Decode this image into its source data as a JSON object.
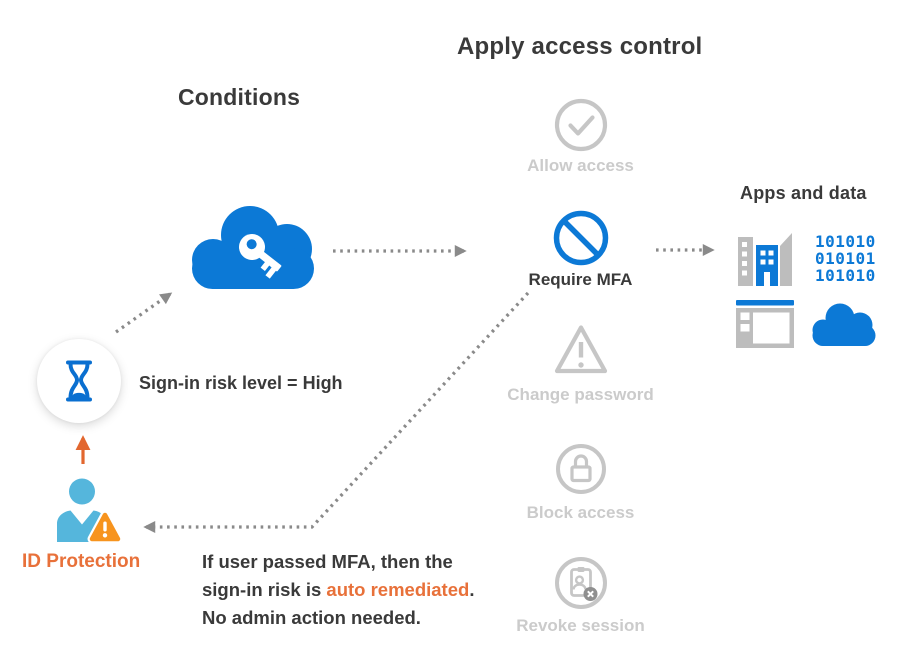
{
  "headings": {
    "conditions": "Conditions",
    "apply_access_control": "Apply access control",
    "apps_and_data": "Apps and data"
  },
  "condition": {
    "cloud_icon": "cloud-key-icon",
    "risk_icon": "hourglass-icon",
    "risk_label": "Sign-in risk level = High"
  },
  "access_controls": [
    {
      "label": "Allow access",
      "icon": "check-circle-icon",
      "state": "inactive"
    },
    {
      "label": "Require MFA",
      "icon": "block-circle-icon",
      "state": "active"
    },
    {
      "label": "Change password",
      "icon": "warning-triangle-icon",
      "state": "inactive"
    },
    {
      "label": "Block access",
      "icon": "lock-circle-icon",
      "state": "inactive"
    },
    {
      "label": "Revoke session",
      "icon": "revoke-session-icon",
      "state": "inactive"
    }
  ],
  "apps_and_data": {
    "icons": [
      "buildings-icon",
      "binary-code-icon",
      "app-window-icon",
      "cloud-icon"
    ],
    "binary_lines": [
      "101010",
      "010101",
      "101010"
    ]
  },
  "id_protection": {
    "label": "ID Protection",
    "icon": "person-warning-icon"
  },
  "note": {
    "line1": "If user passed MFA, then the",
    "line2_prefix": "sign-in risk is ",
    "line2_highlight": "auto remediated",
    "line2_suffix": ".",
    "line3": "No admin action needed."
  },
  "colors": {
    "blue": "#0c79d6",
    "hourglass_blue": "#0a6fd0",
    "person_blue": "#55b6dc",
    "orange_text": "#e8713a",
    "orange_arrow": "#e2672f",
    "warning_orange": "#f7941e",
    "gray_icon": "#c6c6c6",
    "gray_label": "#cbcbcb",
    "gray_app": "#bdbdbd",
    "gray_badge": "#8f8f8f",
    "connector": "#8a8a8a",
    "text_dark": "#3a3a3a"
  }
}
